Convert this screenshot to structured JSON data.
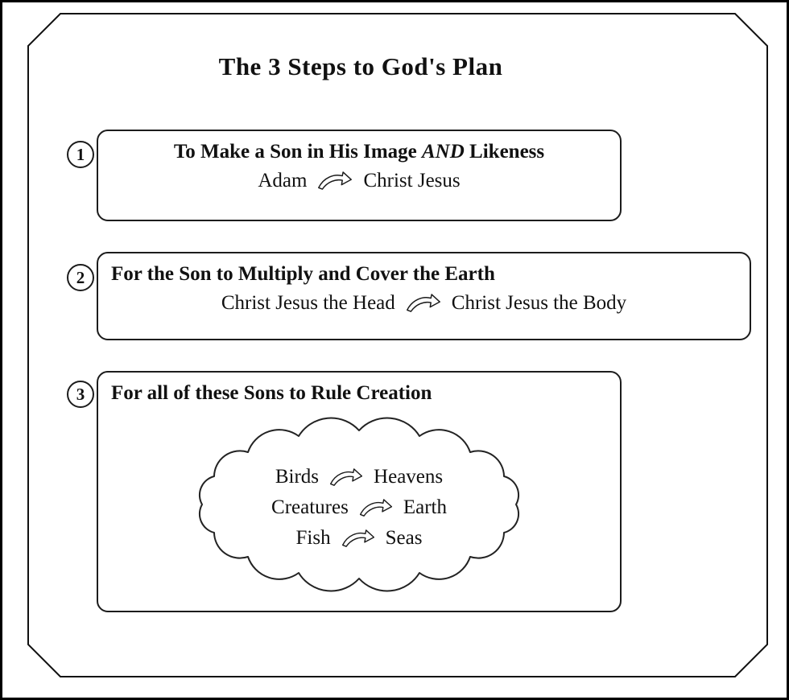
{
  "title": "The 3 Steps to God's Plan",
  "steps": [
    {
      "number": "1",
      "heading_pre": "To Make a Son in His Image ",
      "heading_emph": "AND",
      "heading_post": " Likeness",
      "from": "Adam",
      "to": "Christ Jesus"
    },
    {
      "number": "2",
      "heading": "For the Son to Multiply and Cover the Earth",
      "from": "Christ Jesus the Head",
      "to": "Christ Jesus the Body"
    },
    {
      "number": "3",
      "heading": "For all of these Sons to Rule Creation",
      "pairs": [
        {
          "from": "Birds",
          "to": "Heavens"
        },
        {
          "from": "Creatures",
          "to": "Earth"
        },
        {
          "from": "Fish",
          "to": "Seas"
        }
      ]
    }
  ],
  "colors": {
    "ink": "#111111",
    "background": "#ffffff"
  }
}
